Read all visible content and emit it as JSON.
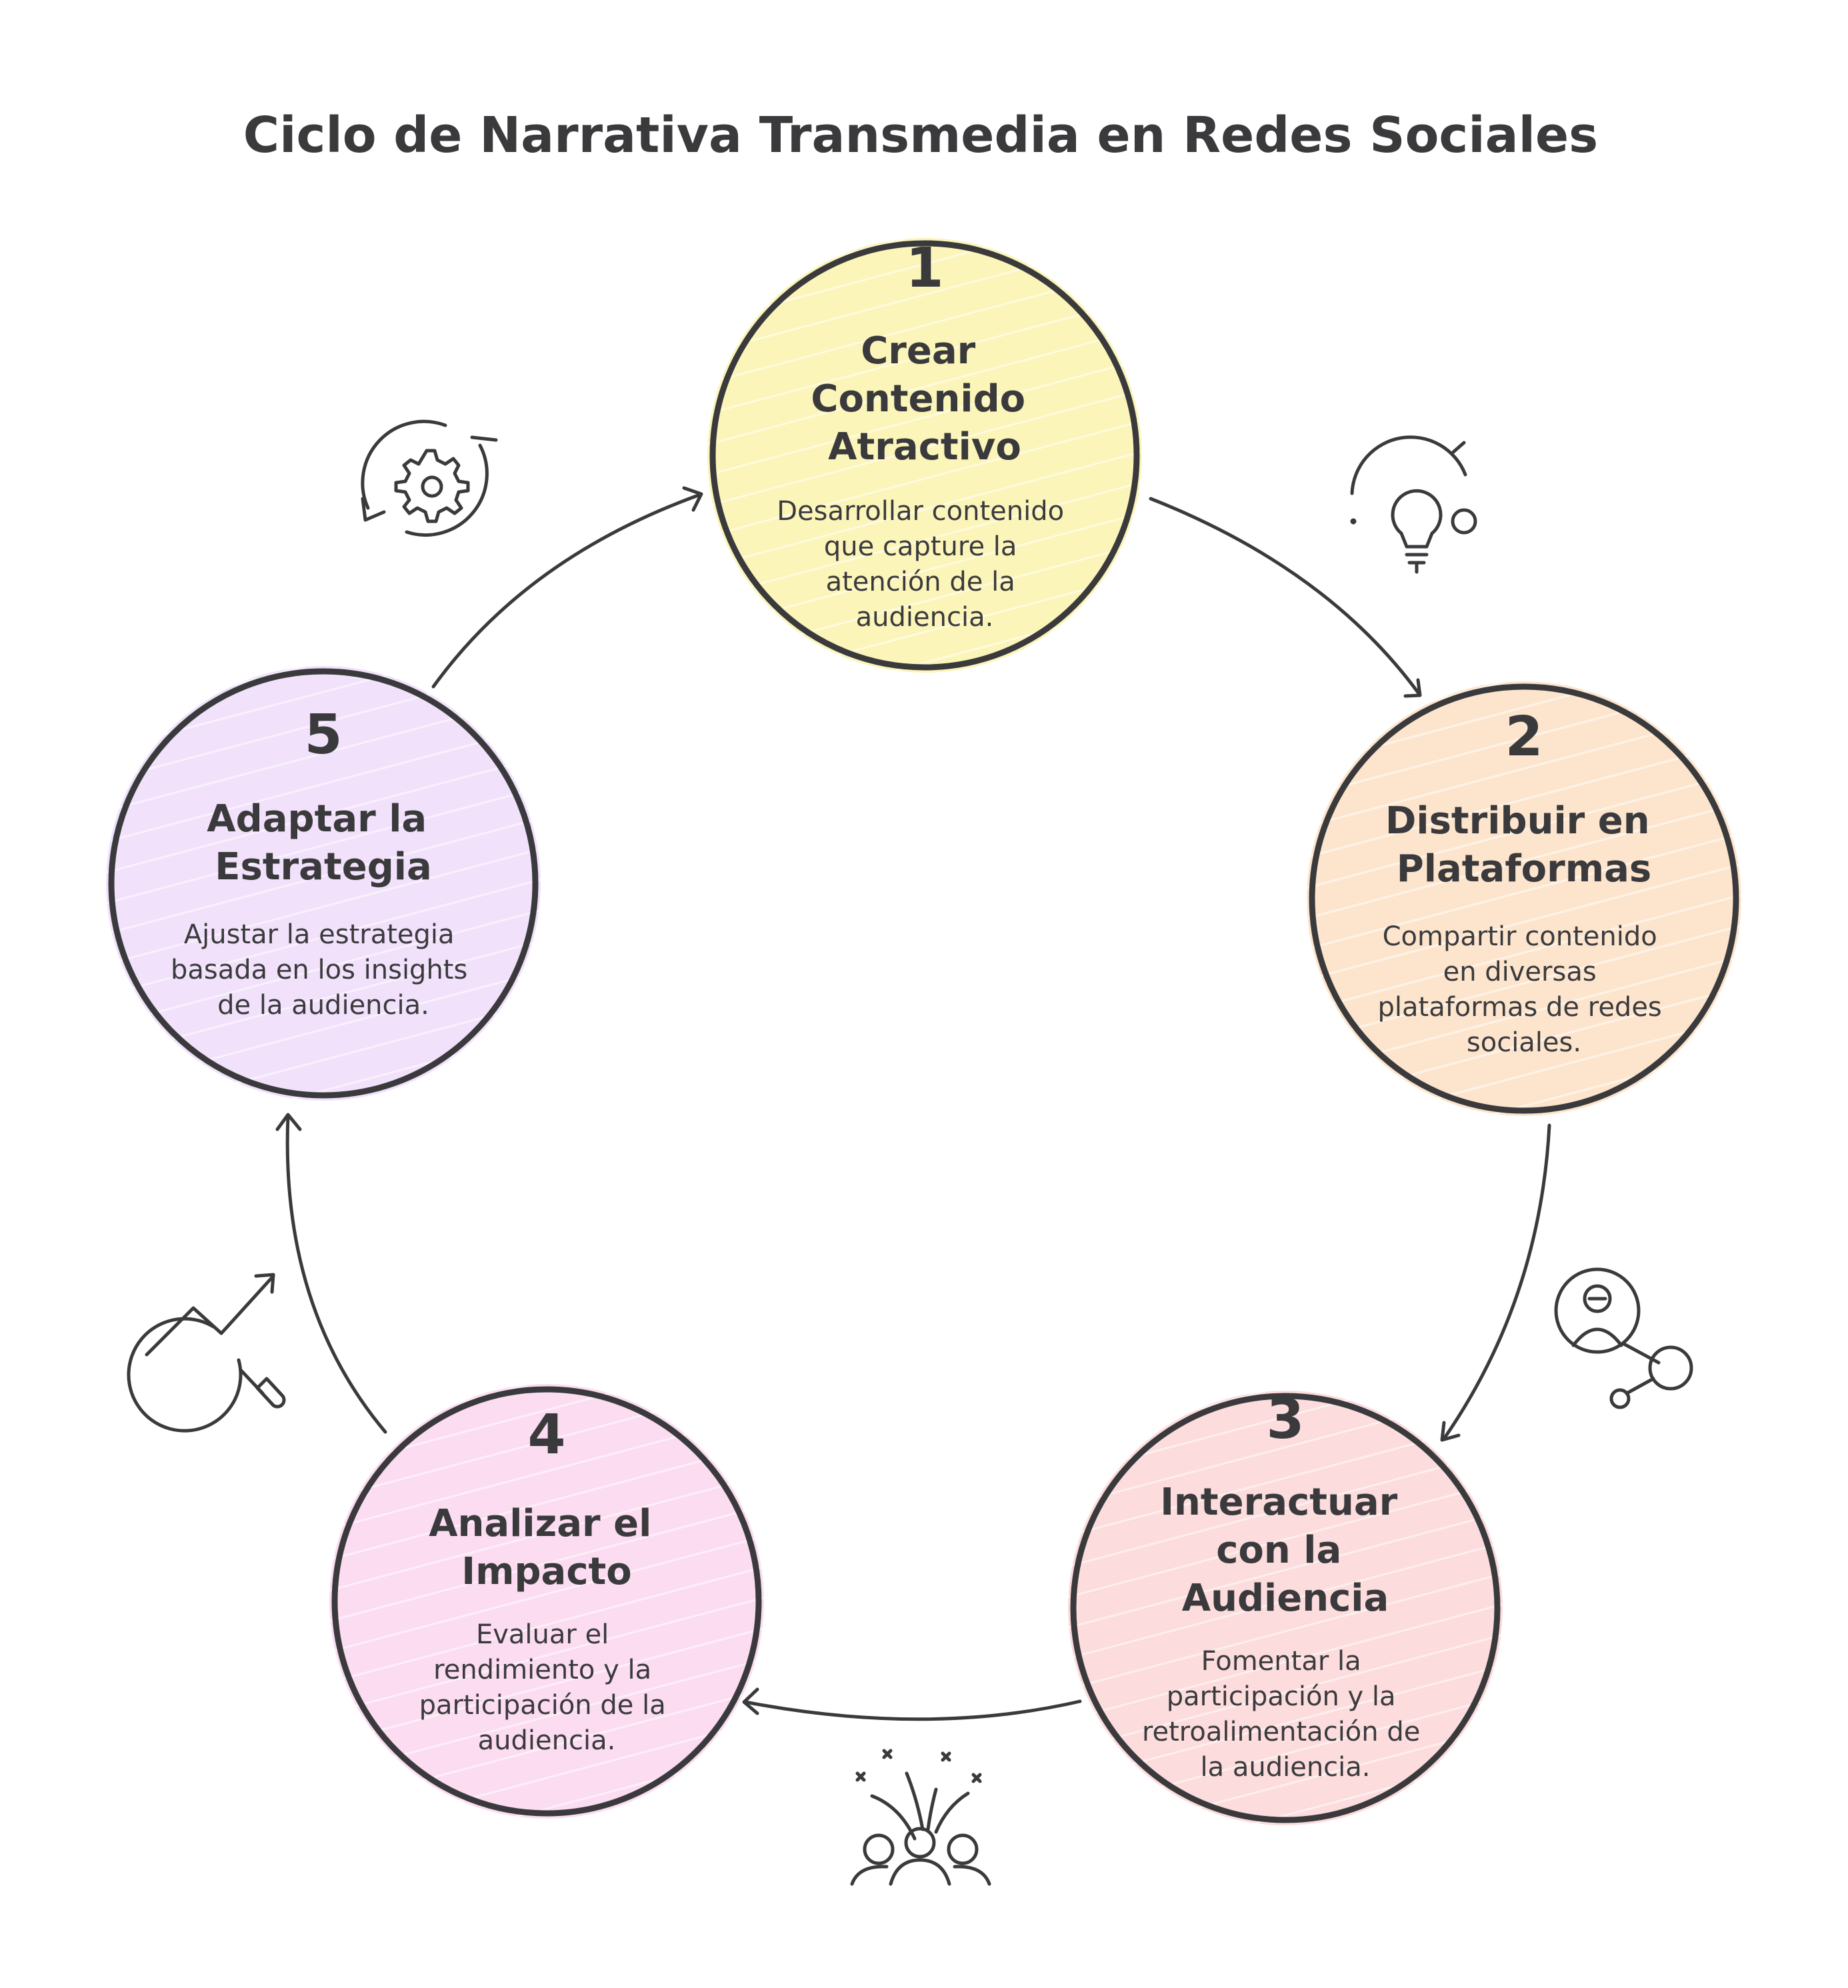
{
  "title": "Ciclo de Narrativa Transmedia en Redes Sociales",
  "colors": {
    "ink": "#3a3a3d",
    "step1": "#fbf3ad",
    "step2": "#fde0c4",
    "step3": "#fbd6d6",
    "step4": "#fad6ee",
    "step5": "#eedcfa"
  },
  "steps": [
    {
      "number": "1",
      "heading": [
        "Crear",
        "Contenido",
        "Atractivo"
      ],
      "description": [
        "Desarrollar contenido",
        "que capture la",
        "atención de la",
        "audiencia."
      ],
      "icon": "lightbulb-icon"
    },
    {
      "number": "2",
      "heading": [
        "Distribuir en",
        "Plataformas"
      ],
      "description": [
        "Compartir contenido",
        "en diversas",
        "plataformas de redes",
        "sociales."
      ],
      "icon": "user-network-icon"
    },
    {
      "number": "3",
      "heading": [
        "Interactuar",
        "con la",
        "Audiencia"
      ],
      "description": [
        "Fomentar la",
        "participación y la",
        "retroalimentación de",
        "la audiencia."
      ],
      "icon": "audience-celebration-icon"
    },
    {
      "number": "4",
      "heading": [
        "Analizar el",
        "Impacto"
      ],
      "description": [
        "Evaluar el",
        "rendimiento y la",
        "participación de la",
        "audiencia."
      ],
      "icon": "analytics-magnifier-icon"
    },
    {
      "number": "5",
      "heading": [
        "Adaptar la",
        "Estrategia"
      ],
      "description": [
        "Ajustar la estrategia",
        "basada en los insights",
        "de la audiencia."
      ],
      "icon": "gear-cycle-icon"
    }
  ]
}
